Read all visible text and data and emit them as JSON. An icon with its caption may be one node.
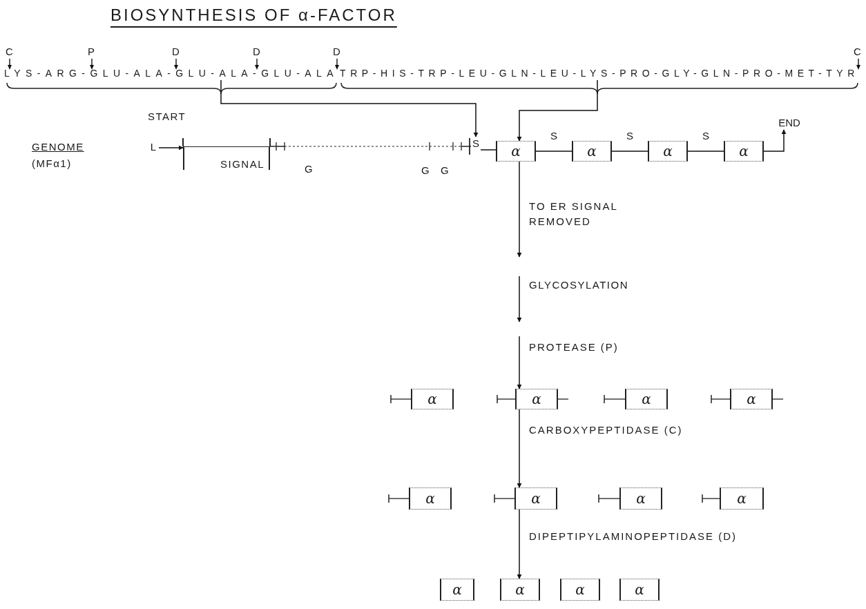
{
  "diagram": {
    "title": "BIOSYNTHESIS OF α-FACTOR",
    "nodes": [
      {
        "text": [
          "LYS-ARG-GLU-ALA-GLU-ALA-GLU-ALA"
        ]
      },
      {
        "text": [
          "TRP-HIS-TRP-LEU-GLN-LEU-LYS-PRO-GLY-GLN-PRO-MET-TYR"
        ]
      },
      {
        "text": [
          "L"
        ]
      },
      {
        "text": [
          "SIGNAL"
        ]
      },
      {
        "text": [
          "S"
        ]
      },
      {
        "text": [
          "α"
        ]
      },
      {
        "text": [
          "α"
        ]
      },
      {
        "text": [
          "α"
        ]
      },
      {
        "text": [
          "α"
        ]
      },
      {
        "text": [
          "END"
        ]
      },
      {
        "text": [
          "α"
        ]
      },
      {
        "text": [
          "α"
        ]
      },
      {
        "text": [
          "α"
        ]
      },
      {
        "text": [
          "α"
        ]
      },
      {
        "text": [
          "α"
        ]
      },
      {
        "text": [
          "α"
        ]
      },
      {
        "text": [
          "α"
        ]
      },
      {
        "text": [
          "α"
        ]
      },
      {
        "text": [
          "α"
        ]
      },
      {
        "text": [
          "α"
        ]
      },
      {
        "text": [
          "α"
        ]
      },
      {
        "text": [
          "α"
        ]
      }
    ],
    "edges": [
      {
        "from": 0,
        "to": 4,
        "arrow": "to"
      },
      {
        "from": 1,
        "to": 5,
        "arrow": "to"
      },
      {
        "from": 2,
        "to": 3,
        "arrow": "to"
      },
      {
        "from": 5,
        "to": 6,
        "arrow": "none",
        "label": "S"
      },
      {
        "from": 6,
        "to": 7,
        "arrow": "none",
        "label": "S"
      },
      {
        "from": 7,
        "to": 8,
        "arrow": "none",
        "label": "S"
      },
      {
        "from": 8,
        "to": 9,
        "arrow": "to"
      },
      {
        "from": 5,
        "to": null,
        "arrow": "to",
        "label": "TO ER SIGNAL REMOVED"
      },
      {
        "from": null,
        "to": 11,
        "arrow": "to",
        "label": "PROTEASE (P)"
      },
      {
        "from": 11,
        "to": 15,
        "arrow": "to",
        "label": "CARBOXYPEPTIDASE (C)"
      },
      {
        "from": 15,
        "to": 19,
        "arrow": "to",
        "label": "DIPEPTIPYLAMINOPEPTIDASE (D)"
      },
      {
        "from": 4,
        "to": 5,
        "arrow": "none"
      }
    ],
    "labels": [
      "C",
      "P",
      "D",
      "D",
      "D",
      "C",
      "START",
      "GENOME",
      "(MFα1)",
      "G",
      "G",
      "G",
      "GLYCOSYLATION"
    ]
  }
}
